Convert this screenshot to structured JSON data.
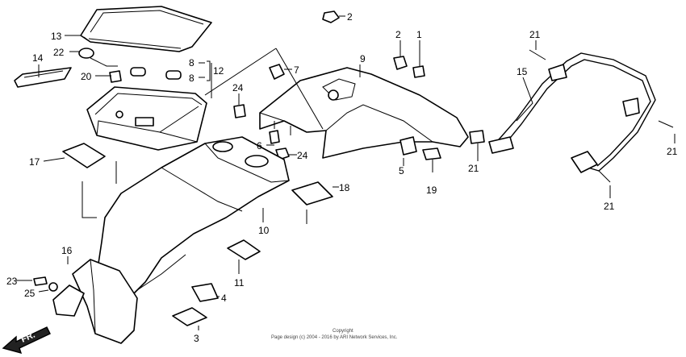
{
  "callouts": [
    {
      "id": "c13",
      "label": "13"
    },
    {
      "id": "c14",
      "label": "14"
    },
    {
      "id": "c22",
      "label": "22"
    },
    {
      "id": "c20",
      "label": "20"
    },
    {
      "id": "c8a",
      "label": "8"
    },
    {
      "id": "c8b",
      "label": "8"
    },
    {
      "id": "c12",
      "label": "12"
    },
    {
      "id": "c2a",
      "label": "2"
    },
    {
      "id": "c2b",
      "label": "2"
    },
    {
      "id": "c1",
      "label": "1"
    },
    {
      "id": "c7",
      "label": "7"
    },
    {
      "id": "c9",
      "label": "9"
    },
    {
      "id": "c24a",
      "label": "24"
    },
    {
      "id": "c24b",
      "label": "24"
    },
    {
      "id": "c6",
      "label": "6"
    },
    {
      "id": "c17",
      "label": "17"
    },
    {
      "id": "c18",
      "label": "18"
    },
    {
      "id": "c10",
      "label": "10"
    },
    {
      "id": "c5",
      "label": "5"
    },
    {
      "id": "c19",
      "label": "19"
    },
    {
      "id": "c21a",
      "label": "21"
    },
    {
      "id": "c21b",
      "label": "21"
    },
    {
      "id": "c21c",
      "label": "21"
    },
    {
      "id": "c21d",
      "label": "21"
    },
    {
      "id": "c15",
      "label": "15"
    },
    {
      "id": "c16",
      "label": "16"
    },
    {
      "id": "c23",
      "label": "23"
    },
    {
      "id": "c25",
      "label": "25"
    },
    {
      "id": "c11",
      "label": "11"
    },
    {
      "id": "c4",
      "label": "4"
    },
    {
      "id": "c3",
      "label": "3"
    }
  ],
  "direction_label": "FR.",
  "footer": {
    "line1": "Copyright",
    "line2": "Page design (c) 2004 - 2016 by ARI Network Services, Inc."
  }
}
